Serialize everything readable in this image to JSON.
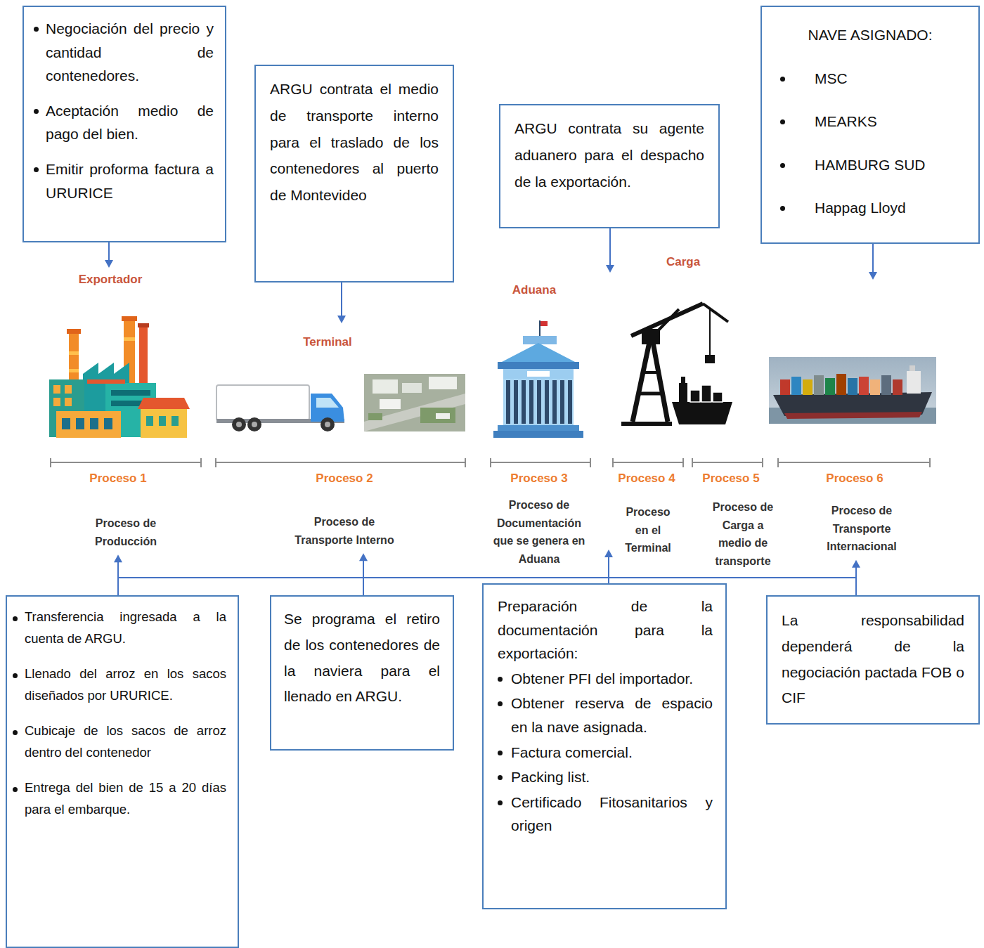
{
  "diagram": {
    "nodes": [
      {
        "text": [
          "Negociación del precio y cantidad de contenedores.",
          "Aceptación medio de pago del bien.",
          "Emitir proforma factura a URURICE"
        ]
      },
      {
        "text": [
          "ARGU contrata el medio de transporte interno para el traslado de los contenedores al puerto de Montevideo"
        ]
      },
      {
        "text": [
          "ARGU contrata su agente aduanero para el despacho de la exportación."
        ]
      },
      {
        "text": [
          "NAVE ASIGNADO:",
          "MSC",
          "MEARKS",
          "HAMBURG SUD",
          "Happag Lloyd"
        ]
      },
      {
        "text": [
          "Transferencia ingresada a la cuenta de ARGU.",
          "Llenado del arroz en los sacos diseñados por URURICE.",
          "Cubicaje de los sacos de arroz dentro del contenedor",
          "Entrega del bien de 15 a 20 días para el embarque."
        ]
      },
      {
        "text": [
          "Se programa el retiro de los contenedores de la naviera para el llenado en ARGU."
        ]
      },
      {
        "text": [
          "Preparación de la documentación para la exportación:",
          "Obtener PFI del importador.",
          "Obtener reserva de espacio en la nave asignada.",
          "Factura comercial.",
          "Packing list.",
          "Certificado Fitosanitarios y origen"
        ]
      },
      {
        "text": [
          "La responsabilidad dependerá de la negociación pactada FOB o CIF"
        ]
      }
    ],
    "labels": [
      "Exportador",
      "Terminal",
      "Aduana",
      "Carga",
      "Proceso 1",
      "Proceso 2",
      "Proceso 3",
      "Proceso 4",
      "Proceso 5",
      "Proceso 6",
      "Proceso de Producción",
      "Proceso de Transporte Interno",
      "Proceso de Documentación que se genera en Aduana",
      "Proceso en el Terminal",
      "Proceso de Carga a medio de transporte",
      "Proceso de Transporte Internacional"
    ]
  }
}
